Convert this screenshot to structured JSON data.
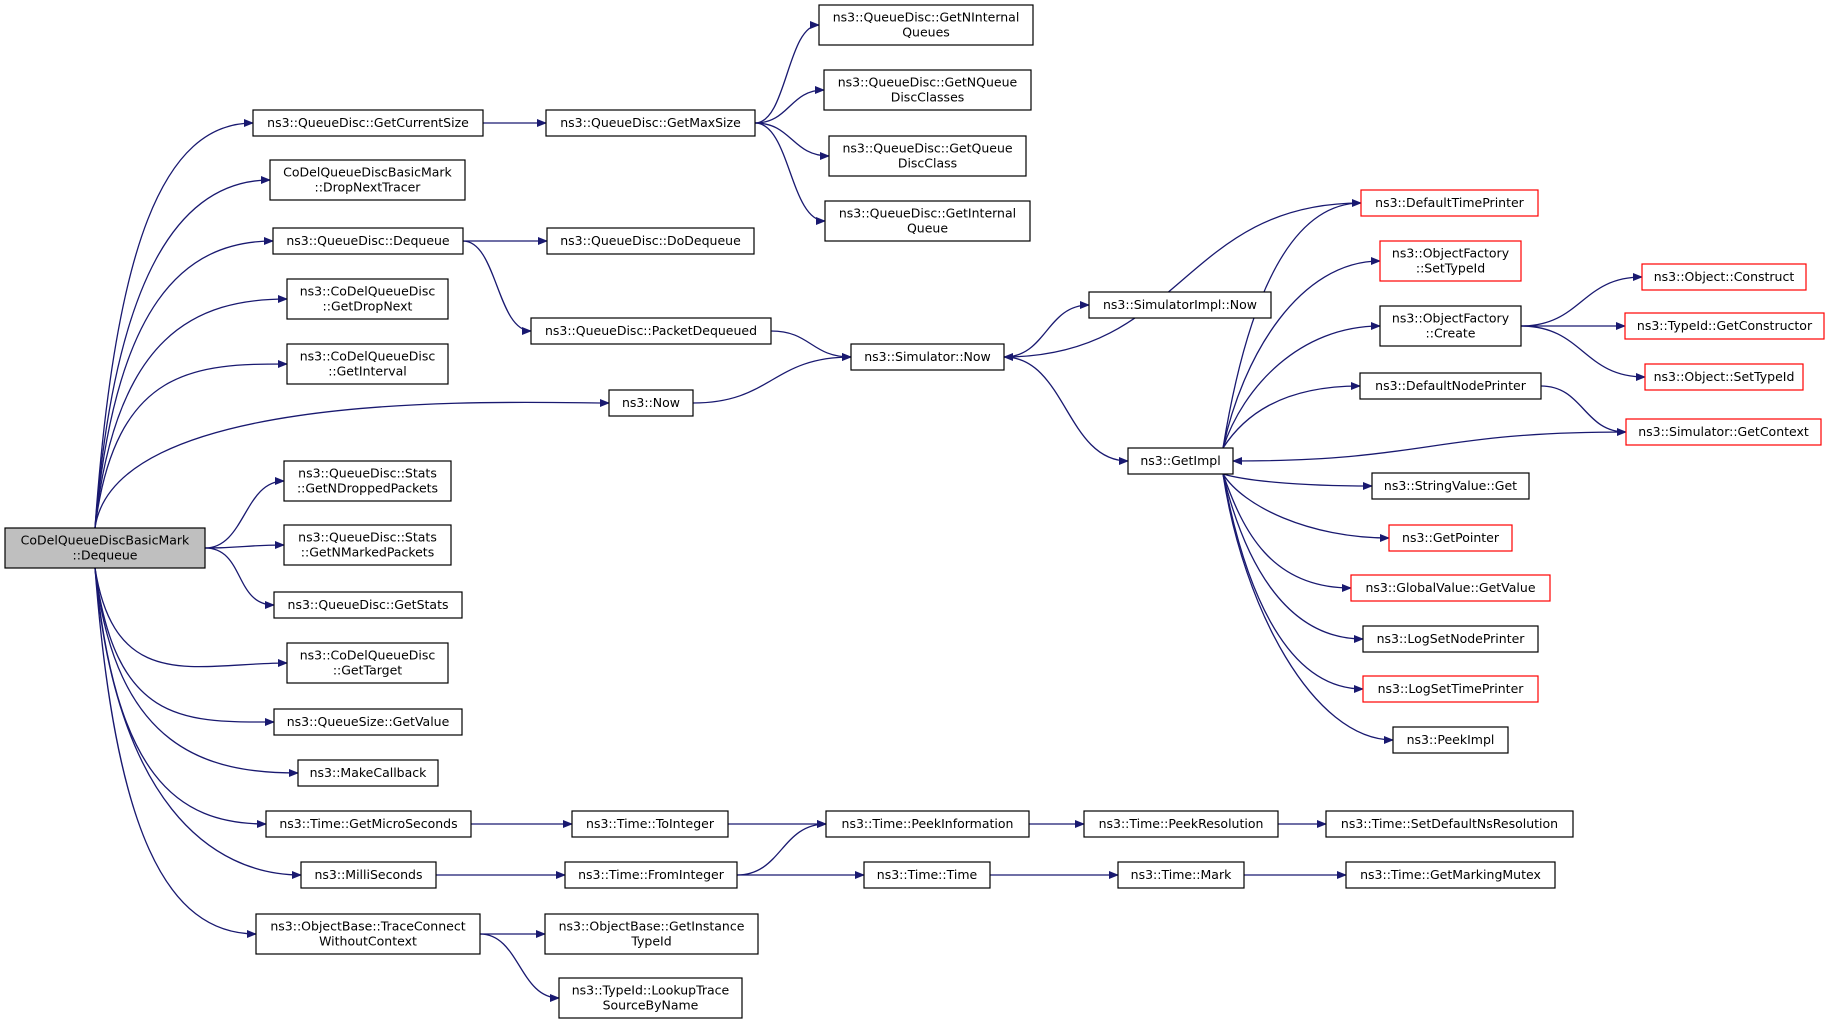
{
  "nodes": [
    {
      "id": "root",
      "lines": [
        "CoDelQueueDiscBasicMark",
        "::Dequeue"
      ],
      "style": "root"
    },
    {
      "id": "getCurrentSize",
      "lines": [
        "ns3::QueueDisc::GetCurrentSize"
      ],
      "style": "normal"
    },
    {
      "id": "dropNextTracer",
      "lines": [
        "CoDelQueueDiscBasicMark",
        "::DropNextTracer"
      ],
      "style": "normal"
    },
    {
      "id": "qdDequeue",
      "lines": [
        "ns3::QueueDisc::Dequeue"
      ],
      "style": "normal"
    },
    {
      "id": "getDropNext",
      "lines": [
        "ns3::CoDelQueueDisc",
        "::GetDropNext"
      ],
      "style": "normal"
    },
    {
      "id": "getInterval",
      "lines": [
        "ns3::CoDelQueueDisc",
        "::GetInterval"
      ],
      "style": "normal"
    },
    {
      "id": "getNDropped",
      "lines": [
        "ns3::QueueDisc::Stats",
        "::GetNDroppedPackets"
      ],
      "style": "normal"
    },
    {
      "id": "getNMarked",
      "lines": [
        "ns3::QueueDisc::Stats",
        "::GetNMarkedPackets"
      ],
      "style": "normal"
    },
    {
      "id": "getStats",
      "lines": [
        "ns3::QueueDisc::GetStats"
      ],
      "style": "normal"
    },
    {
      "id": "getTarget",
      "lines": [
        "ns3::CoDelQueueDisc",
        "::GetTarget"
      ],
      "style": "normal"
    },
    {
      "id": "qsGetValue",
      "lines": [
        "ns3::QueueSize::GetValue"
      ],
      "style": "normal"
    },
    {
      "id": "makeCallback",
      "lines": [
        "ns3::MakeCallback"
      ],
      "style": "normal"
    },
    {
      "id": "getMicro",
      "lines": [
        "ns3::Time::GetMicroSeconds"
      ],
      "style": "normal"
    },
    {
      "id": "milliSeconds",
      "lines": [
        "ns3::MilliSeconds"
      ],
      "style": "normal"
    },
    {
      "id": "traceConnect",
      "lines": [
        "ns3::ObjectBase::TraceConnect",
        "WithoutContext"
      ],
      "style": "normal"
    },
    {
      "id": "getMaxSize",
      "lines": [
        "ns3::QueueDisc::GetMaxSize"
      ],
      "style": "normal"
    },
    {
      "id": "doDequeue",
      "lines": [
        "ns3::QueueDisc::DoDequeue"
      ],
      "style": "normal"
    },
    {
      "id": "packetDequeued",
      "lines": [
        "ns3::QueueDisc::PacketDequeued"
      ],
      "style": "normal"
    },
    {
      "id": "ns3Now",
      "lines": [
        "ns3::Now"
      ],
      "style": "normal"
    },
    {
      "id": "toInteger",
      "lines": [
        "ns3::Time::ToInteger"
      ],
      "style": "normal"
    },
    {
      "id": "fromInteger",
      "lines": [
        "ns3::Time::FromInteger"
      ],
      "style": "normal"
    },
    {
      "id": "getInstanceTypeId",
      "lines": [
        "ns3::ObjectBase::GetInstance",
        "TypeId"
      ],
      "style": "normal"
    },
    {
      "id": "lookupTrace",
      "lines": [
        "ns3::TypeId::LookupTrace",
        "SourceByName"
      ],
      "style": "normal"
    },
    {
      "id": "getNInternalQueues",
      "lines": [
        "ns3::QueueDisc::GetNInternal",
        "Queues"
      ],
      "style": "normal"
    },
    {
      "id": "getNQueueDiscClasses",
      "lines": [
        "ns3::QueueDisc::GetNQueue",
        "DiscClasses"
      ],
      "style": "normal"
    },
    {
      "id": "getQueueDiscClass",
      "lines": [
        "ns3::QueueDisc::GetQueue",
        "DiscClass"
      ],
      "style": "normal"
    },
    {
      "id": "getInternalQueue",
      "lines": [
        "ns3::QueueDisc::GetInternal",
        "Queue"
      ],
      "style": "normal"
    },
    {
      "id": "simNow",
      "lines": [
        "ns3::Simulator::Now"
      ],
      "style": "normal"
    },
    {
      "id": "peekInformation",
      "lines": [
        "ns3::Time::PeekInformation"
      ],
      "style": "normal"
    },
    {
      "id": "timeTime",
      "lines": [
        "ns3::Time::Time"
      ],
      "style": "normal"
    },
    {
      "id": "simImplNow",
      "lines": [
        "ns3::SimulatorImpl::Now"
      ],
      "style": "normal"
    },
    {
      "id": "peekResolution",
      "lines": [
        "ns3::Time::PeekResolution"
      ],
      "style": "normal"
    },
    {
      "id": "timeMark",
      "lines": [
        "ns3::Time::Mark"
      ],
      "style": "normal"
    },
    {
      "id": "getImpl",
      "lines": [
        "ns3::GetImpl"
      ],
      "style": "normal"
    },
    {
      "id": "defaultTimePrinter",
      "lines": [
        "ns3::DefaultTimePrinter"
      ],
      "style": "red"
    },
    {
      "id": "ofSetTypeId",
      "lines": [
        "ns3::ObjectFactory",
        "::SetTypeId"
      ],
      "style": "red"
    },
    {
      "id": "ofCreate",
      "lines": [
        "ns3::ObjectFactory",
        "::Create"
      ],
      "style": "normal"
    },
    {
      "id": "defaultNodePrinter",
      "lines": [
        "ns3::DefaultNodePrinter"
      ],
      "style": "normal"
    },
    {
      "id": "stringValueGet",
      "lines": [
        "ns3::StringValue::Get"
      ],
      "style": "normal"
    },
    {
      "id": "getPointer",
      "lines": [
        "ns3::GetPointer"
      ],
      "style": "red"
    },
    {
      "id": "gvGetValue",
      "lines": [
        "ns3::GlobalValue::GetValue"
      ],
      "style": "red"
    },
    {
      "id": "logSetNodePrinter",
      "lines": [
        "ns3::LogSetNodePrinter"
      ],
      "style": "normal"
    },
    {
      "id": "logSetTimePrinter",
      "lines": [
        "ns3::LogSetTimePrinter"
      ],
      "style": "red"
    },
    {
      "id": "peekImpl",
      "lines": [
        "ns3::PeekImpl"
      ],
      "style": "normal"
    },
    {
      "id": "setDefaultNsResolution",
      "lines": [
        "ns3::Time::SetDefaultNsResolution"
      ],
      "style": "normal"
    },
    {
      "id": "getMarkingMutex",
      "lines": [
        "ns3::Time::GetMarkingMutex"
      ],
      "style": "normal"
    },
    {
      "id": "objConstruct",
      "lines": [
        "ns3::Object::Construct"
      ],
      "style": "red"
    },
    {
      "id": "typeIdGetConstructor",
      "lines": [
        "ns3::TypeId::GetConstructor"
      ],
      "style": "red"
    },
    {
      "id": "objSetTypeId",
      "lines": [
        "ns3::Object::SetTypeId"
      ],
      "style": "red"
    },
    {
      "id": "simGetContext",
      "lines": [
        "ns3::Simulator::GetContext"
      ],
      "style": "red"
    }
  ],
  "edges": [
    [
      "root",
      "getCurrentSize"
    ],
    [
      "root",
      "dropNextTracer"
    ],
    [
      "root",
      "qdDequeue"
    ],
    [
      "root",
      "getDropNext"
    ],
    [
      "root",
      "getInterval"
    ],
    [
      "root",
      "ns3Now"
    ],
    [
      "root",
      "getNDropped"
    ],
    [
      "root",
      "getNMarked"
    ],
    [
      "root",
      "getStats"
    ],
    [
      "root",
      "getTarget"
    ],
    [
      "root",
      "qsGetValue"
    ],
    [
      "root",
      "makeCallback"
    ],
    [
      "root",
      "getMicro"
    ],
    [
      "root",
      "milliSeconds"
    ],
    [
      "root",
      "traceConnect"
    ],
    [
      "getCurrentSize",
      "getMaxSize"
    ],
    [
      "getMaxSize",
      "getNInternalQueues"
    ],
    [
      "getMaxSize",
      "getNQueueDiscClasses"
    ],
    [
      "getMaxSize",
      "getQueueDiscClass"
    ],
    [
      "getMaxSize",
      "getInternalQueue"
    ],
    [
      "qdDequeue",
      "doDequeue"
    ],
    [
      "qdDequeue",
      "packetDequeued"
    ],
    [
      "packetDequeued",
      "simNow"
    ],
    [
      "ns3Now",
      "simNow"
    ],
    [
      "simNow",
      "simImplNow"
    ],
    [
      "simNow",
      "getImpl"
    ],
    [
      "getImpl",
      "defaultTimePrinter"
    ],
    [
      "getImpl",
      "ofSetTypeId"
    ],
    [
      "getImpl",
      "ofCreate"
    ],
    [
      "getImpl",
      "defaultNodePrinter"
    ],
    [
      "getImpl",
      "stringValueGet"
    ],
    [
      "getImpl",
      "getPointer"
    ],
    [
      "getImpl",
      "gvGetValue"
    ],
    [
      "getImpl",
      "logSetNodePrinter"
    ],
    [
      "getImpl",
      "logSetTimePrinter"
    ],
    [
      "getImpl",
      "peekImpl"
    ],
    [
      "defaultTimePrinter",
      "simNow"
    ],
    [
      "ofCreate",
      "objConstruct"
    ],
    [
      "ofCreate",
      "typeIdGetConstructor"
    ],
    [
      "ofCreate",
      "objSetTypeId"
    ],
    [
      "defaultNodePrinter",
      "simGetContext"
    ],
    [
      "simGetContext",
      "getImpl"
    ],
    [
      "getMicro",
      "toInteger"
    ],
    [
      "toInteger",
      "peekInformation"
    ],
    [
      "peekInformation",
      "peekResolution"
    ],
    [
      "peekResolution",
      "setDefaultNsResolution"
    ],
    [
      "milliSeconds",
      "fromInteger"
    ],
    [
      "fromInteger",
      "peekInformation"
    ],
    [
      "fromInteger",
      "timeTime"
    ],
    [
      "timeTime",
      "timeMark"
    ],
    [
      "timeMark",
      "getMarkingMutex"
    ],
    [
      "traceConnect",
      "getInstanceTypeId"
    ],
    [
      "traceConnect",
      "lookupTrace"
    ]
  ],
  "colors": {
    "edge": "#191970",
    "border": "#000000",
    "highlight_border": "#ff0000",
    "root_fill": "#bfbfbf",
    "background": "#ffffff"
  }
}
